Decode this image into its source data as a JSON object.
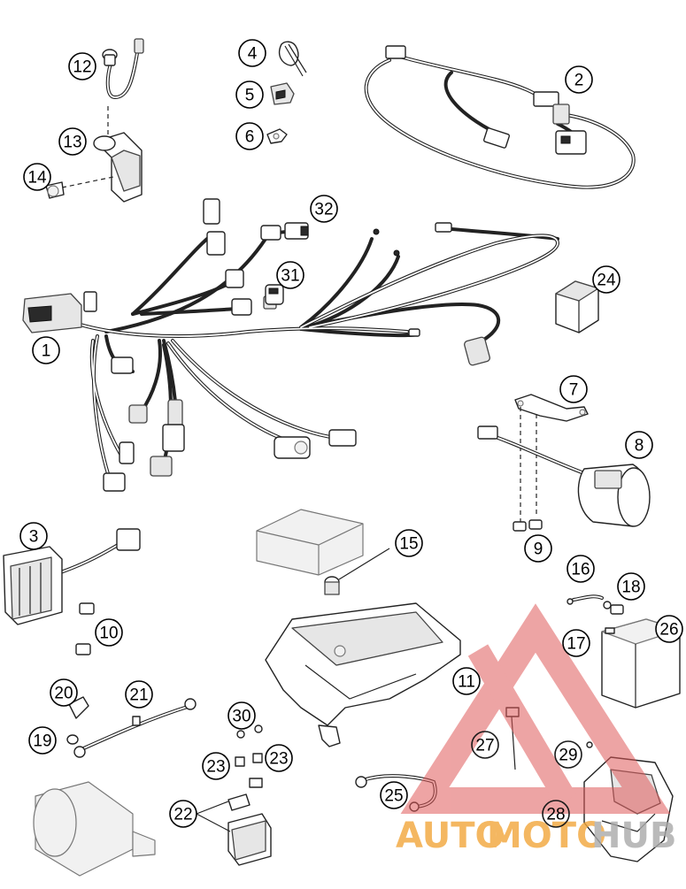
{
  "callouts": {
    "c1": "1",
    "c2": "2",
    "c3": "3",
    "c4": "4",
    "c5": "5",
    "c6": "6",
    "c7": "7",
    "c8": "8",
    "c9": "9",
    "c10": "10",
    "c11": "11",
    "c12": "12",
    "c13": "13",
    "c14": "14",
    "c15": "15",
    "c16": "16",
    "c17": "17",
    "c18": "18",
    "c19": "19",
    "c20": "20",
    "c21": "21",
    "c22": "22",
    "c23a": "23",
    "c23b": "23",
    "c24": "24",
    "c25": "25",
    "c26": "26",
    "c27": "27",
    "c28": "28",
    "c29": "29",
    "c30": "30",
    "c31": "31",
    "c32": "32"
  },
  "watermark": {
    "part1": "AUTO",
    "part2": "MOTO",
    "part3": "HUB",
    "color_orange": "#f2a63a",
    "color_red": "#e05a5a",
    "color_gray": "#a9a9a9"
  }
}
